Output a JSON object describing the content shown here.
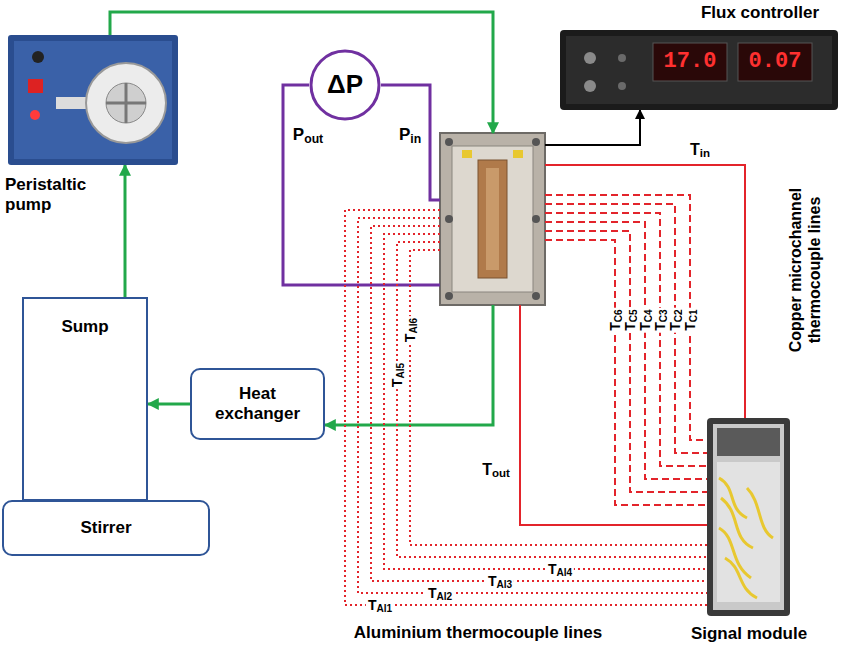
{
  "diagram": {
    "nodes": [
      {
        "text": [
          "Peristaltic pump"
        ]
      },
      {
        "text": [
          "ΔP"
        ]
      },
      {
        "text": [
          "Flux controller",
          "17.0",
          "0.07"
        ]
      },
      {
        "text": [
          "Sump"
        ]
      },
      {
        "text": [
          "Heat exchanger"
        ]
      },
      {
        "text": [
          "Stirrer"
        ]
      },
      {
        "text": [
          "Signal module"
        ]
      }
    ],
    "edges": [
      {
        "from": 4,
        "to": 3,
        "arrow": "to"
      },
      {
        "from": 3,
        "to": 0,
        "arrow": "to"
      }
    ],
    "labels": [
      "Pout",
      "Pin",
      "Tin",
      "TC6",
      "TC5",
      "TC4",
      "TC3",
      "TC2",
      "TC1",
      "Copper microchannel thermocouple lines",
      "TAl5",
      "TAl6",
      "Tout",
      "TAl4",
      "TAl3",
      "TAl2",
      "TAl1",
      "Aluminium thermocouple lines"
    ]
  }
}
